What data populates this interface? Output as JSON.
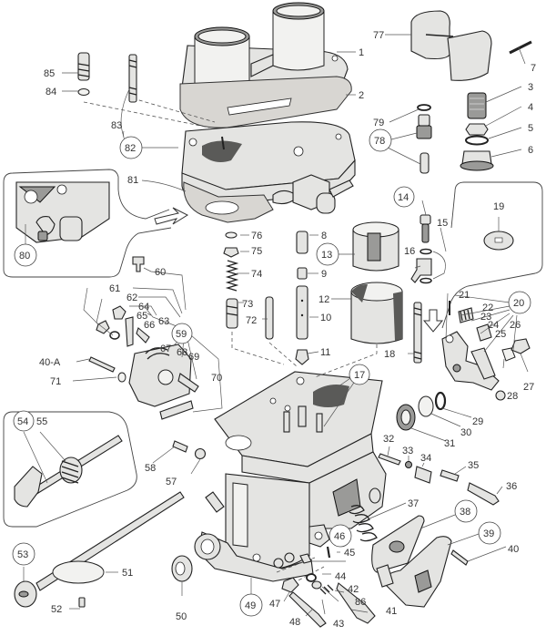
{
  "diagram": {
    "subject": "Carburetor exploded parts view",
    "labels": {
      "p1": "1",
      "p2": "2",
      "p3": "3",
      "p4": "4",
      "p5": "5",
      "p6": "6",
      "p7": "7",
      "p8": "8",
      "p9": "9",
      "p10": "10",
      "p11": "11",
      "p12": "12",
      "p13": "13",
      "p14": "14",
      "p15": "15",
      "p16": "16",
      "p17": "17",
      "p18": "18",
      "p19": "19",
      "p20": "20",
      "p21": "21",
      "p22": "22",
      "p23": "23",
      "p24": "24",
      "p25": "25",
      "p26": "26",
      "p27": "27",
      "p28": "28",
      "p29": "29",
      "p30": "30",
      "p31": "31",
      "p32": "32",
      "p33": "33",
      "p34": "34",
      "p35": "35",
      "p36": "36",
      "p37": "37",
      "p38": "38",
      "p39": "39",
      "p40": "40",
      "p40a": "40-A",
      "p41": "41",
      "p42": "42",
      "p43": "43",
      "p44": "44",
      "p45": "45",
      "p46": "46",
      "p47": "47",
      "p48": "48",
      "p49": "49",
      "p50": "50",
      "p51": "51",
      "p52": "52",
      "p53": "53",
      "p54": "54",
      "p55": "55",
      "p57": "57",
      "p58": "58",
      "p59": "59",
      "p60": "60",
      "p61": "61",
      "p62": "62",
      "p63": "63",
      "p64": "64",
      "p65": "65",
      "p66": "66",
      "p67": "67",
      "p68": "68",
      "p69": "69",
      "p70": "70",
      "p71": "71",
      "p72": "72",
      "p73": "73",
      "p74": "74",
      "p75": "75",
      "p76": "76",
      "p77": "77",
      "p78": "78",
      "p79": "79",
      "p80": "80",
      "p81": "81",
      "p82": "82",
      "p83": "83",
      "p84": "84",
      "p85": "85",
      "p86": "86"
    },
    "circled_callouts": [
      "13",
      "14",
      "17",
      "20",
      "38",
      "39",
      "46",
      "49",
      "53",
      "54",
      "59",
      "78",
      "80",
      "82"
    ]
  }
}
